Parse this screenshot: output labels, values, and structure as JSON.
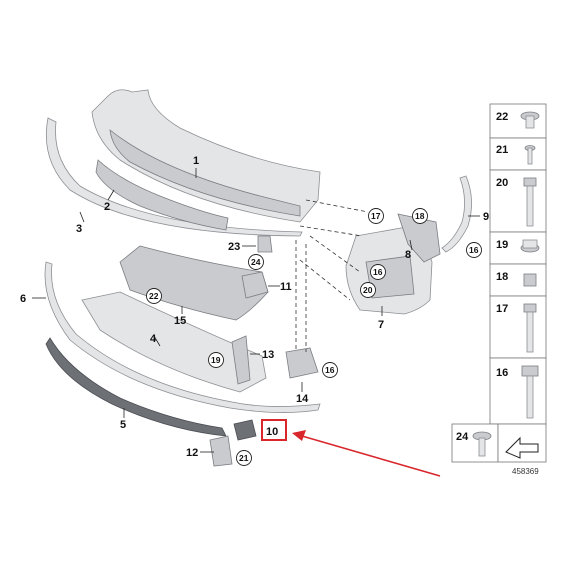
{
  "callouts": {
    "c1": "1",
    "c2": "2",
    "c3": "3",
    "c4": "4",
    "c5": "5",
    "c6": "6",
    "c7": "7",
    "c8": "8",
    "c9": "9",
    "c10": "10",
    "c11": "11",
    "c12": "12",
    "c13": "13",
    "c14": "14",
    "c15": "15"
  },
  "circled": {
    "k16a": "16",
    "k16b": "16",
    "k16c": "16",
    "k17": "17",
    "k18": "18",
    "k19": "19",
    "k20": "20",
    "k21": "21",
    "k22": "22",
    "k24": "24"
  },
  "panel": {
    "items": [
      "22",
      "21",
      "20",
      "19",
      "18",
      "17",
      "16",
      "24"
    ]
  },
  "reference_number": "458369",
  "colors": {
    "highlight": "#d9262b",
    "arrow": "#d9262b",
    "line": "#222222",
    "part_fill": "#e4e5e7"
  }
}
